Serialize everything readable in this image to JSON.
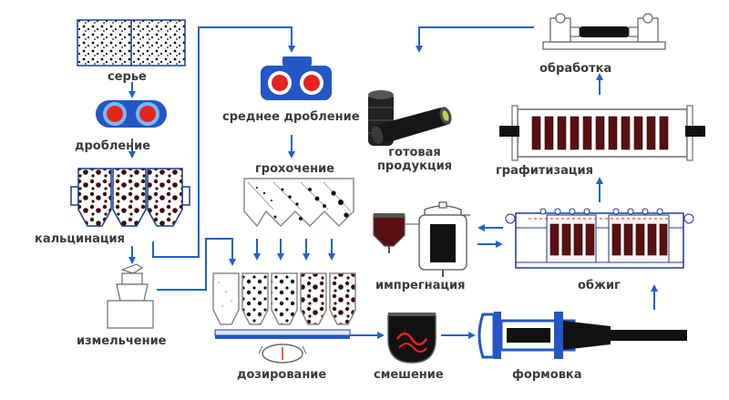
{
  "labels": {
    "raw": "серье",
    "crushing": "дробление",
    "calcination": "кальцинация",
    "grinding": "измельчение",
    "medium_crushing": "среднее дробление",
    "screening": "грохочение",
    "dosing": "дозирование",
    "mixing": "смешение",
    "forming": "формовка",
    "impregnation": "импрегнация",
    "baking": "обжиг",
    "graphitization": "графитизация",
    "machining": "обработка",
    "finished_line1": "готовая",
    "finished_line2": "продукция"
  },
  "colors": {
    "flow_line": "#1f63c9",
    "equipment_outline": "#1a3a8a",
    "machine_blue": "#2457c5",
    "rotor_red": "#e8231e",
    "product_dark": "#5a1010",
    "label_text": "#3a3a3a"
  },
  "icons": {
    "arrow": "arrow-icon",
    "crusher": "double-roll-crusher-icon",
    "silo": "silo-icon",
    "mill": "mill-icon",
    "screen": "vibrating-screen-icon",
    "mixer": "mixer-icon",
    "press": "extrusion-press-icon",
    "furnace": "furnace-icon",
    "electrode": "graphite-electrode-icon",
    "lathe": "lathe-icon"
  }
}
